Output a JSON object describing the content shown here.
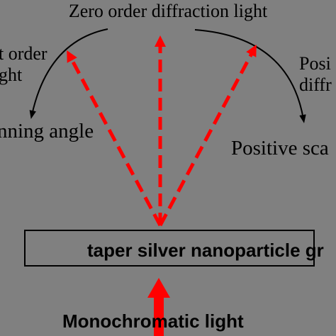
{
  "labels": {
    "zero_order": "Zero order diffraction light",
    "first_order_left_line1": "t order",
    "first_order_left_line2": "ght",
    "positive_diffraction_line1": "Posi",
    "positive_diffraction_line2": "diffr",
    "negative_scan_angle": "nning angle",
    "positive_scan_angle": "Positive sca",
    "grating": "taper silver nanoparticle gr",
    "source": "Monochromatic light"
  },
  "colors": {
    "background": "#808080",
    "beam": "#ff0000",
    "text": "#000000"
  }
}
